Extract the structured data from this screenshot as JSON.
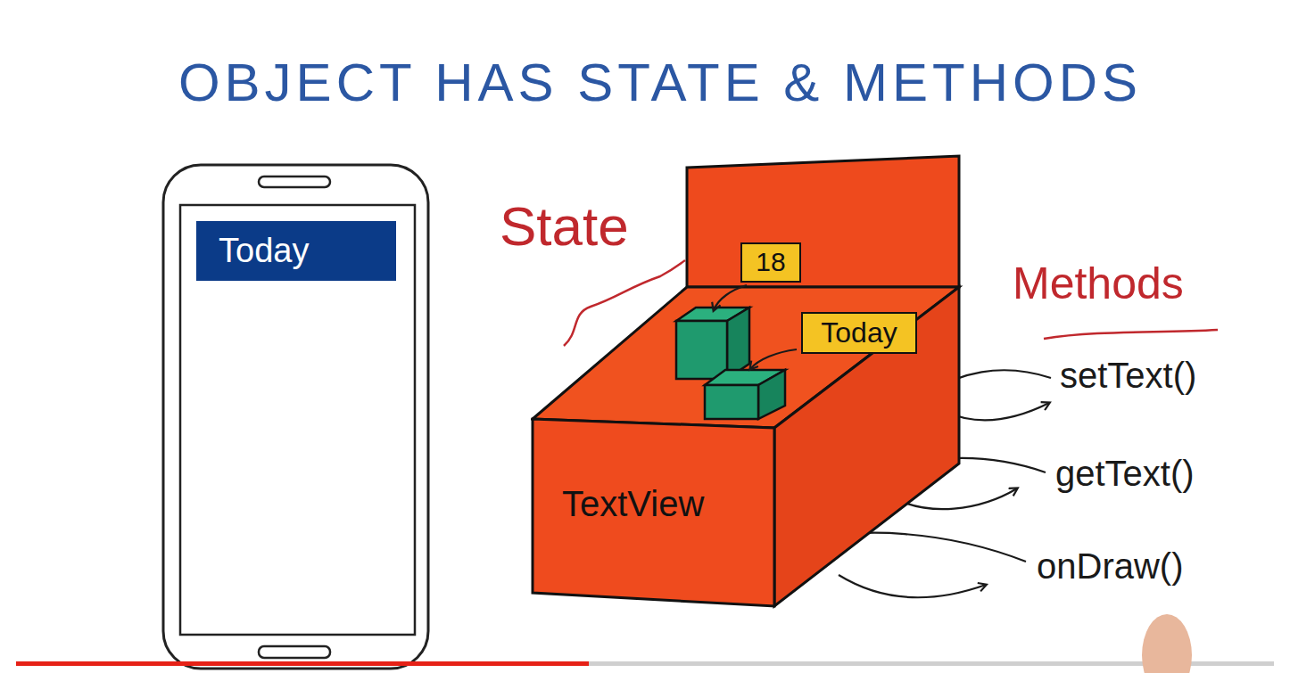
{
  "diagram": {
    "title": "OBJECT HAS STATE & METHODS",
    "nodes": [
      {
        "text": [
          "Today"
        ]
      },
      {
        "text": [
          "TextView"
        ]
      },
      {
        "text": [
          "18"
        ],
        "in": 1
      },
      {
        "text": [
          "Today"
        ],
        "in": 1
      }
    ],
    "labels": [
      "State",
      "Methods",
      "setText()",
      "getText()",
      "onDraw()"
    ]
  }
}
